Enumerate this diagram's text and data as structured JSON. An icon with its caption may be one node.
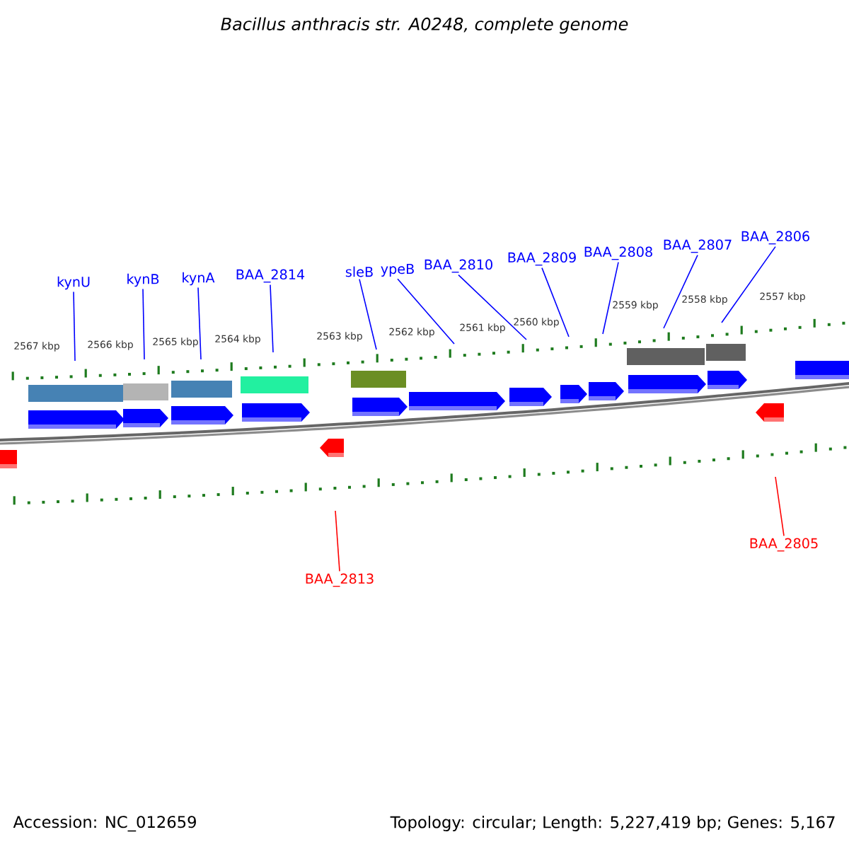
{
  "diagram": {
    "title": "Bacillus anthracis str. A0248, complete genome",
    "nodes": [
      {
        "text": [
          "kynU"
        ]
      },
      {
        "text": [
          "kynB"
        ]
      },
      {
        "text": [
          "kynA"
        ]
      },
      {
        "text": [
          "BAA_2814"
        ]
      },
      {
        "text": [
          "sleB"
        ]
      },
      {
        "text": [
          "ypeB"
        ]
      },
      {
        "text": [
          "BAA_2810"
        ]
      },
      {
        "text": [
          "BAA_2809"
        ]
      },
      {
        "text": [
          "BAA_2808"
        ]
      },
      {
        "text": [
          "BAA_2807"
        ]
      },
      {
        "text": [
          "BAA_2806"
        ]
      },
      {
        "text": [
          "BAA_2813"
        ]
      },
      {
        "text": [
          "BAA_2805"
        ]
      }
    ],
    "edges": [
      {
        "from": 0,
        "to": null,
        "arrow": "none"
      },
      {
        "from": 1,
        "to": null,
        "arrow": "none"
      },
      {
        "from": 2,
        "to": null,
        "arrow": "none"
      },
      {
        "from": 3,
        "to": null,
        "arrow": "none"
      },
      {
        "from": 4,
        "to": null,
        "arrow": "none"
      },
      {
        "from": 5,
        "to": null,
        "arrow": "none"
      },
      {
        "from": 6,
        "to": null,
        "arrow": "none"
      },
      {
        "from": 7,
        "to": null,
        "arrow": "none"
      },
      {
        "from": 8,
        "to": null,
        "arrow": "none"
      },
      {
        "from": 9,
        "to": null,
        "arrow": "none"
      },
      {
        "from": 10,
        "to": null,
        "arrow": "none"
      },
      {
        "from": 11,
        "to": null,
        "arrow": "none",
        "color": "#ff0000"
      },
      {
        "from": 12,
        "to": null,
        "arrow": "none",
        "color": "#ff0000"
      }
    ],
    "labels": [
      "2567 kbp",
      "2566 kbp",
      "2565 kbp",
      "2564 kbp",
      "2563 kbp",
      "2562 kbp",
      "2561 kbp",
      "2560 kbp",
      "2559 kbp",
      "2558 kbp",
      "2557 kbp",
      "Accession: NC_012659",
      "Topology: circular; Length: 5,227,419 bp; Genes: 5,167"
    ]
  }
}
